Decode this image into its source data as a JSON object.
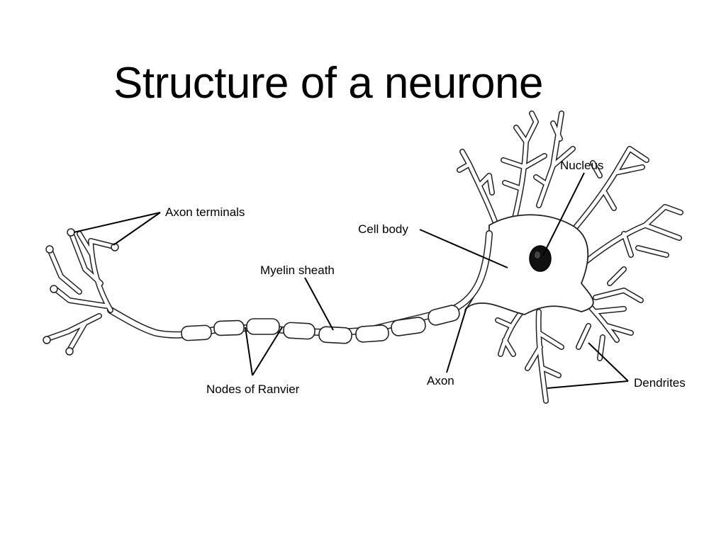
{
  "title": "Structure of a neurone",
  "labels": {
    "axon_terminals": "Axon terminals",
    "cell_body": "Cell body",
    "nucleus": "Nucleus",
    "myelin_sheath": "Myelin sheath",
    "nodes_of_ranvier": "Nodes of Ranvier",
    "axon": "Axon",
    "dendrites": "Dendrites"
  }
}
